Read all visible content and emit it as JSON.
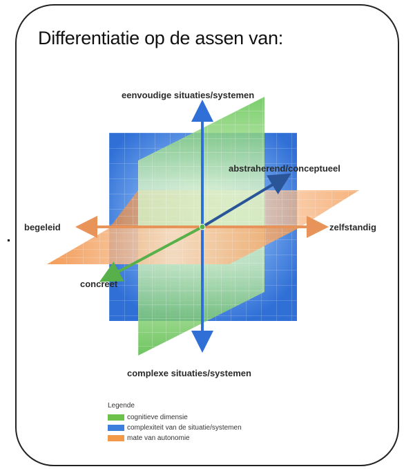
{
  "title": "Differentiatie op de assen van:",
  "axes": {
    "top": "eenvoudige situaties/systemen",
    "bottom": "complexe situaties/systemen",
    "left": "begeleid",
    "right": "zelfstandig",
    "diagonal_back": "abstraherend/conceptueel",
    "diagonal_front": "concreet"
  },
  "legend": {
    "title": "Legende",
    "items": [
      {
        "label": "cognitieve dimensie",
        "color": "#6cc24a"
      },
      {
        "label": "complexiteit van de situatie/systemen",
        "color": "#3d7fdc"
      },
      {
        "label": "mate van autonomie",
        "color": "#f29a4a"
      }
    ]
  },
  "colors": {
    "blue_axis": "#2f6fd6",
    "orange_axis": "#e8935a",
    "green_axis": "#57b04a",
    "navy_axis": "#2a5598"
  }
}
